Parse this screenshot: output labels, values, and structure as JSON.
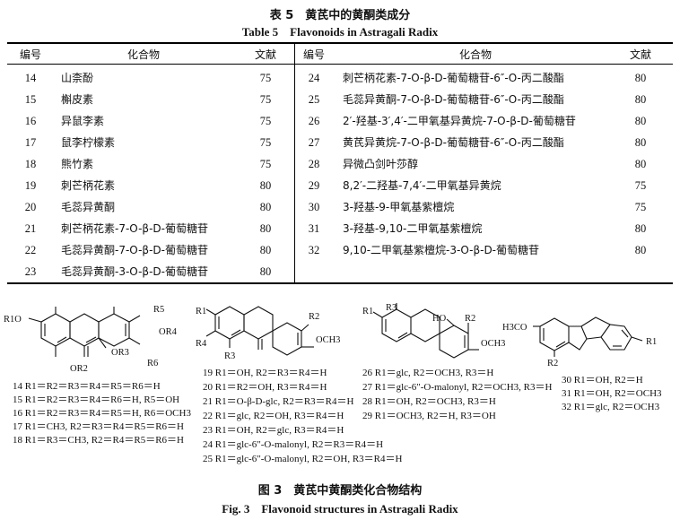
{
  "table_caption_cn": "表 5　黄芪中的黄酮类成分",
  "table_caption_en": "Table 5　Flavonoids in Astragali Radix",
  "headers": {
    "id": "编号",
    "compound": "化合物",
    "ref": "文献"
  },
  "left_rows": [
    {
      "id": "14",
      "name": "山柰酚",
      "ref": "75"
    },
    {
      "id": "15",
      "name": "槲皮素",
      "ref": "75"
    },
    {
      "id": "16",
      "name": "异鼠李素",
      "ref": "75"
    },
    {
      "id": "17",
      "name": "鼠李柠檬素",
      "ref": "75"
    },
    {
      "id": "18",
      "name": "熊竹素",
      "ref": "75"
    },
    {
      "id": "19",
      "name": "刺芒柄花素",
      "ref": "80"
    },
    {
      "id": "20",
      "name": "毛蕊异黄酮",
      "ref": "80"
    },
    {
      "id": "21",
      "name": "刺芒柄花素-7-O-β-D-葡萄糖苷",
      "ref": "80"
    },
    {
      "id": "22",
      "name": "毛蕊异黄酮-7-O-β-D-葡萄糖苷",
      "ref": "80"
    },
    {
      "id": "23",
      "name": "毛蕊异黄酮-3-O-β-D-葡萄糖苷",
      "ref": "80"
    }
  ],
  "right_rows": [
    {
      "id": "24",
      "name": "刺芒柄花素-7-O-β-D-葡萄糖苷-6″-O-丙二酸酯",
      "ref": "80"
    },
    {
      "id": "25",
      "name": "毛蕊异黄酮-7-O-β-D-葡萄糖苷-6″-O-丙二酸酯",
      "ref": "80"
    },
    {
      "id": "26",
      "name": "2′-羟基-3′,4′-二甲氧基异黄烷-7-O-β-D-葡萄糖苷",
      "ref": "80"
    },
    {
      "id": "27",
      "name": "黄芪异黄烷-7-O-β-D-葡萄糖苷-6″-O-丙二酸酯",
      "ref": "80"
    },
    {
      "id": "28",
      "name": "异微凸剑叶莎醇",
      "ref": "80"
    },
    {
      "id": "29",
      "name": "8,2′-二羟基-7,4′-二甲氧基异黄烷",
      "ref": "75"
    },
    {
      "id": "30",
      "name": "3-羟基-9-甲氧基紫檀烷",
      "ref": "75"
    },
    {
      "id": "31",
      "name": "3-羟基-9,10-二甲氧基紫檀烷",
      "ref": "80"
    },
    {
      "id": "32",
      "name": "9,10-二甲氧基紫檀烷-3-O-β-D-葡萄糖苷",
      "ref": "80"
    }
  ],
  "struct_labels": {
    "s1_r1o": "R1O",
    "s1_r5": "R5",
    "s1_or4": "OR4",
    "s1_or3": "OR3",
    "s1_r6": "R6",
    "s1_or2": "OR2",
    "s2_r1": "R1",
    "s2_r2": "R2",
    "s2_och3": "OCH3",
    "s2_r4": "R4",
    "s2_r3": "R3",
    "s3_r1": "R1",
    "s3_r3": "R3",
    "s3_ho": "HO",
    "s3_r2": "R2",
    "s3_och3": "OCH3",
    "s4_h3co": "H3CO",
    "s4_r2": "R2",
    "s4_r1": "R1"
  },
  "sub_group1": [
    "14 R1＝R2＝R3＝R4＝R5＝R6＝H",
    "15 R1＝R2＝R3＝R4＝R6＝H, R5＝OH",
    "16 R1＝R2＝R3＝R4＝R5＝H, R6＝OCH3",
    "17 R1＝CH3, R2＝R3＝R4＝R5＝R6＝H",
    "18 R1＝R3＝CH3, R2＝R4＝R5＝R6＝H"
  ],
  "sub_group2": [
    "19 R1＝OH, R2＝R3＝R4＝H",
    "20 R1＝R2＝OH, R3＝R4＝H",
    "21 R1＝O-β-D-glc, R2＝R3＝R4＝H",
    "22 R1＝glc, R2＝OH, R3＝R4＝H",
    "23 R1＝OH, R2＝glc, R3＝R4＝H",
    "24 R1＝glc-6″-O-malonyl, R2＝R3＝R4＝H",
    "25 R1＝glc-6″-O-malonyl, R2＝OH, R3＝R4＝H"
  ],
  "sub_group3": [
    "26 R1＝glc, R2＝OCH3, R3＝H",
    "27 R1＝glc-6″-O-malonyl, R2＝OCH3, R3＝H",
    "28 R1＝OH, R2＝OCH3, R3＝H",
    "29 R1＝OCH3, R2＝H, R3＝OH"
  ],
  "sub_group4": [
    "30 R1＝OH, R2＝H",
    "31 R1＝OH, R2＝OCH3",
    "32 R1＝glc, R2＝OCH3"
  ],
  "fig_caption_cn": "图 3　黄芪中黄酮类化合物结构",
  "fig_caption_en": "Fig. 3　Flavonoid structures in Astragali Radix"
}
